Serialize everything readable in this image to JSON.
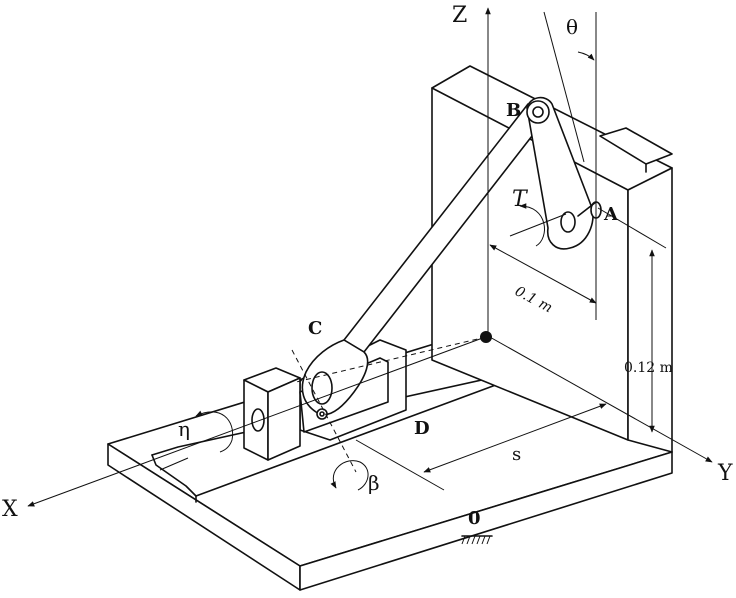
{
  "axes": {
    "x": "X",
    "y": "Y",
    "z": "Z"
  },
  "points": {
    "a": "A",
    "b": "B",
    "c": "C",
    "d": "D",
    "origin": "0"
  },
  "symbols": {
    "theta": "θ",
    "eta": "η",
    "beta": "β",
    "torque": "T",
    "slide": "s"
  },
  "dimensions": {
    "crank_length": "0.1 m",
    "pivot_height": "0.12 m"
  },
  "icons": {
    "ground": "ground-hatch-icon",
    "pivot": "pin-joint-icon"
  }
}
